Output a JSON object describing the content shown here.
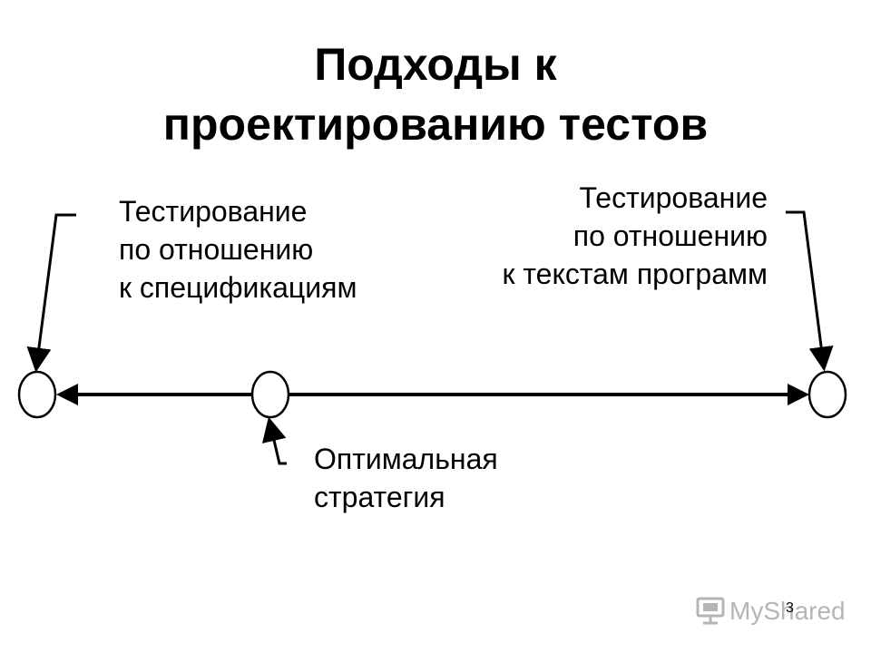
{
  "slide": {
    "title_lines": [
      "Подходы к",
      "проектированию тестов"
    ],
    "page_number": "3"
  },
  "diagram": {
    "left_label_lines": [
      "Тестирование",
      "по отношению",
      "к спецификациям"
    ],
    "right_label_lines": [
      "Тестирование",
      "по отношению",
      "к текстам программ"
    ],
    "bottom_label_lines": [
      "Оптимальная",
      "стратегия"
    ]
  },
  "watermark": {
    "text": "MyShared"
  }
}
